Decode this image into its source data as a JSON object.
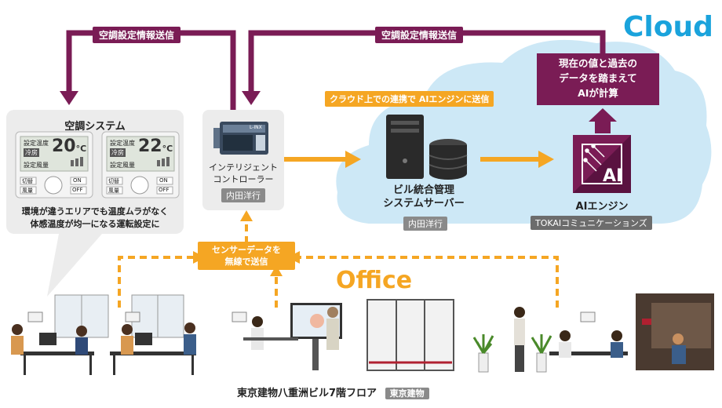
{
  "cloud": {
    "title": "Cloud"
  },
  "office": {
    "title": "Office"
  },
  "arrows": {
    "settings_left": "空調設定情報送信",
    "settings_right": "空調設定情報送信",
    "cloud_link": "クラウド上での連携で AIエンジンに送信",
    "sensor_line1": "センサーデータを",
    "sensor_line2": "無線で送信"
  },
  "ai_calc": {
    "line1": "現在の値と過去の",
    "line2": "データを踏まえて",
    "line3": "AIが計算"
  },
  "aircon_system": {
    "title": "空調システム",
    "desc_line1": "環境が違うエリアでも温度ムラがなく",
    "desc_line2": "体感温度が均一になる運転設定に",
    "panel1": {
      "label_temp": "設定温度",
      "label_mode": "冷房",
      "temp": "20",
      "unit": "°C",
      "label_fan": "設定風量",
      "btn1": "切替",
      "btn2": "風量",
      "on": "ON",
      "off": "OFF"
    },
    "panel2": {
      "label_temp": "設定温度",
      "label_mode": "冷房",
      "temp": "22",
      "unit": "°C",
      "label_fan": "設定風量",
      "btn1": "切替",
      "btn2": "風量",
      "on": "ON",
      "off": "OFF"
    }
  },
  "controller": {
    "line1": "インテリジェント",
    "line2": "コントローラー",
    "vendor": "内田洋行",
    "device_label": "L-INX"
  },
  "server": {
    "line1": "ビル統合管理",
    "line2": "システムサーバー",
    "vendor": "内田洋行"
  },
  "ai_engine": {
    "title": "AIエンジン",
    "vendor": "TOKAIコミュニケーションズ",
    "icon_text": "AI"
  },
  "floor": {
    "label": "東京建物八重洲ビル7階フロア",
    "owner": "東京建物"
  },
  "colors": {
    "purple": "#7a1c55",
    "orange": "#f5a623",
    "cloud": "#cde8f6",
    "cyan": "#1aa3dc",
    "gray_panel": "#ececec"
  }
}
